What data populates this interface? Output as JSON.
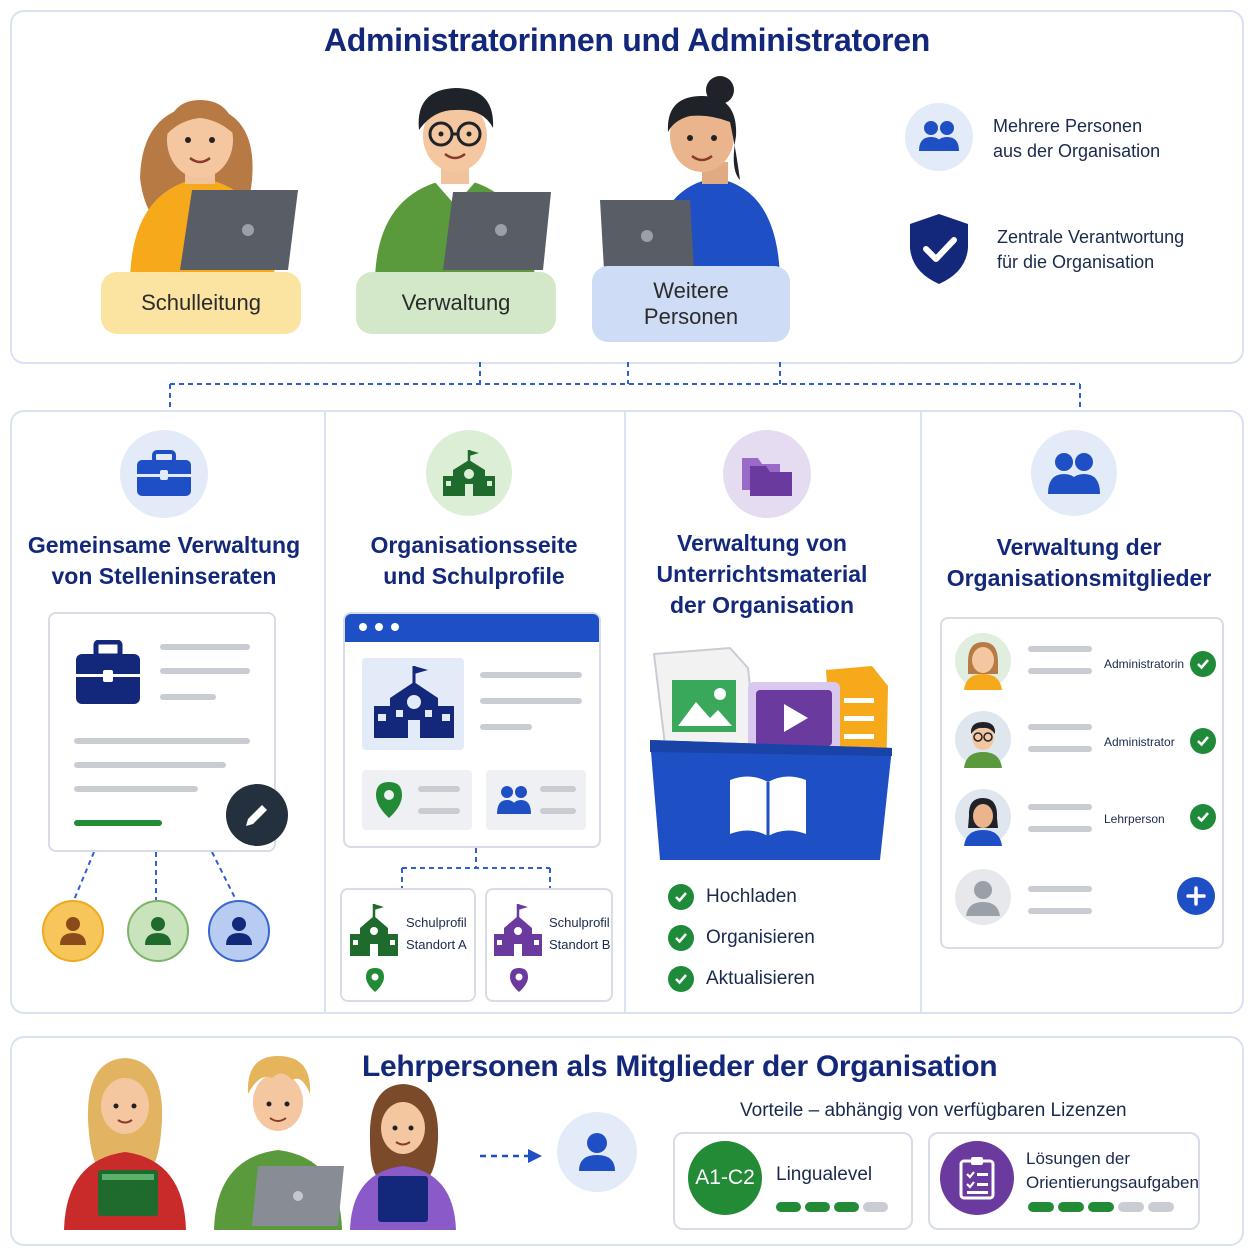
{
  "top": {
    "title": "Administratorinnen und Administratoren",
    "roles": [
      {
        "label": "Schulleitung"
      },
      {
        "label": "Verwaltung"
      },
      {
        "label": "Weitere\nPersonen"
      }
    ],
    "info": [
      {
        "icon": "group-icon",
        "text": "Mehrere Personen\naus der Organisation"
      },
      {
        "icon": "shield-check-icon",
        "text": "Zentrale Verantwortung\nfür die Organisation"
      }
    ]
  },
  "sections": [
    {
      "title": "Gemeinsame Verwaltung\nvon Stelleninseraten",
      "icon": "briefcase-icon"
    },
    {
      "title": "Organisationsseite\nund Schulprofile",
      "icon": "school-icon",
      "profiles": [
        {
          "label": "Schulprofil\nStandort A"
        },
        {
          "label": "Schulprofil\nStandort B"
        }
      ]
    },
    {
      "title": "Verwaltung von\nUnterrichtsmaterial\nder Organisation",
      "icon": "folder-icon",
      "actions": [
        "Hochladen",
        "Organisieren",
        "Aktualisieren"
      ]
    },
    {
      "title": "Verwaltung der\nOrganisationsmitglieder",
      "icon": "group-icon",
      "members": [
        {
          "role": "Administratorin"
        },
        {
          "role": "Administrator"
        },
        {
          "role": "Lehrperson"
        },
        {
          "role": ""
        }
      ]
    }
  ],
  "bottom": {
    "title": "Lehrpersonen als Mitglieder der Organisation",
    "benefits_heading": "Vorteile – abhängig von verfügbaren Lizenzen",
    "benefits": [
      {
        "badge": "A1-C2",
        "label": "Lingualevel",
        "level": 0.75
      },
      {
        "badge": "",
        "label": "Lösungen der\nOrientierungsaufgaben",
        "level": 0.6
      }
    ]
  },
  "colors": {
    "navy": "#13287a",
    "blue": "#1f4fc4",
    "green": "#2a7d3b",
    "purple": "#6a3a9e",
    "yellow_label": "#fbe3a2",
    "green_label": "#d3e8c8",
    "blue_label": "#cfdcf6"
  }
}
